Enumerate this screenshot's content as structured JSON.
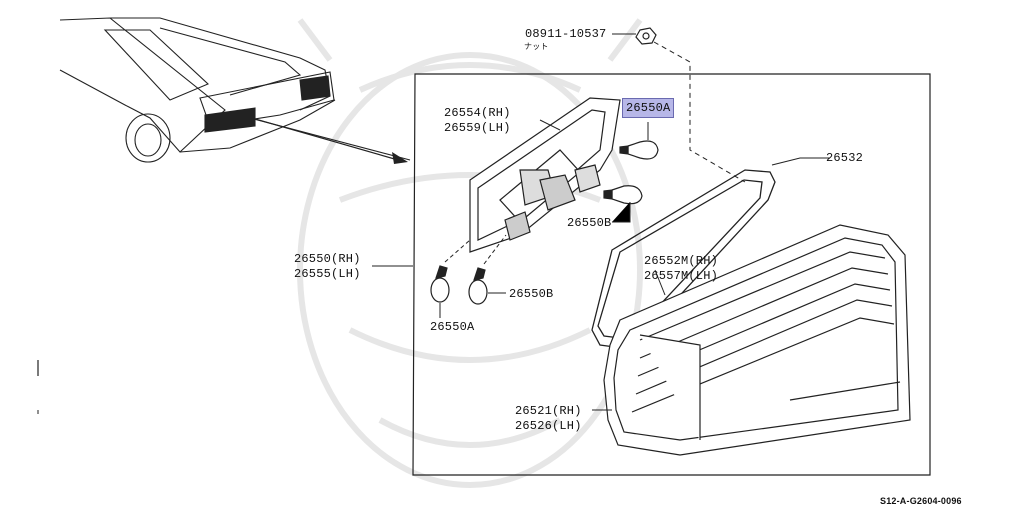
{
  "diagram": {
    "labels": {
      "nut_part": "08911-10537",
      "nut_note": "ナット",
      "socket_rh": "26554(RH)",
      "socket_lh": "26559(LH)",
      "bulb_a_highlight": "26550A",
      "gasket": "26532",
      "bulb_b_upper": "26550B",
      "lamp_assy_rh": "26550(RH)",
      "lamp_assy_lh": "26555(LH)",
      "lens_sub_rh": "26552M(RH)",
      "lens_sub_lh": "26557M(LH)",
      "bulb_b_lower": "26550B",
      "bulb_a_lower": "26550A",
      "lens_rh": "26521(RH)",
      "lens_lh": "26526(LH)"
    },
    "figure_code": "S12-A-G2604-0096",
    "colors": {
      "line": "#222222",
      "highlight": "#b7b7e8",
      "watermark": "#e6e6e6"
    }
  }
}
